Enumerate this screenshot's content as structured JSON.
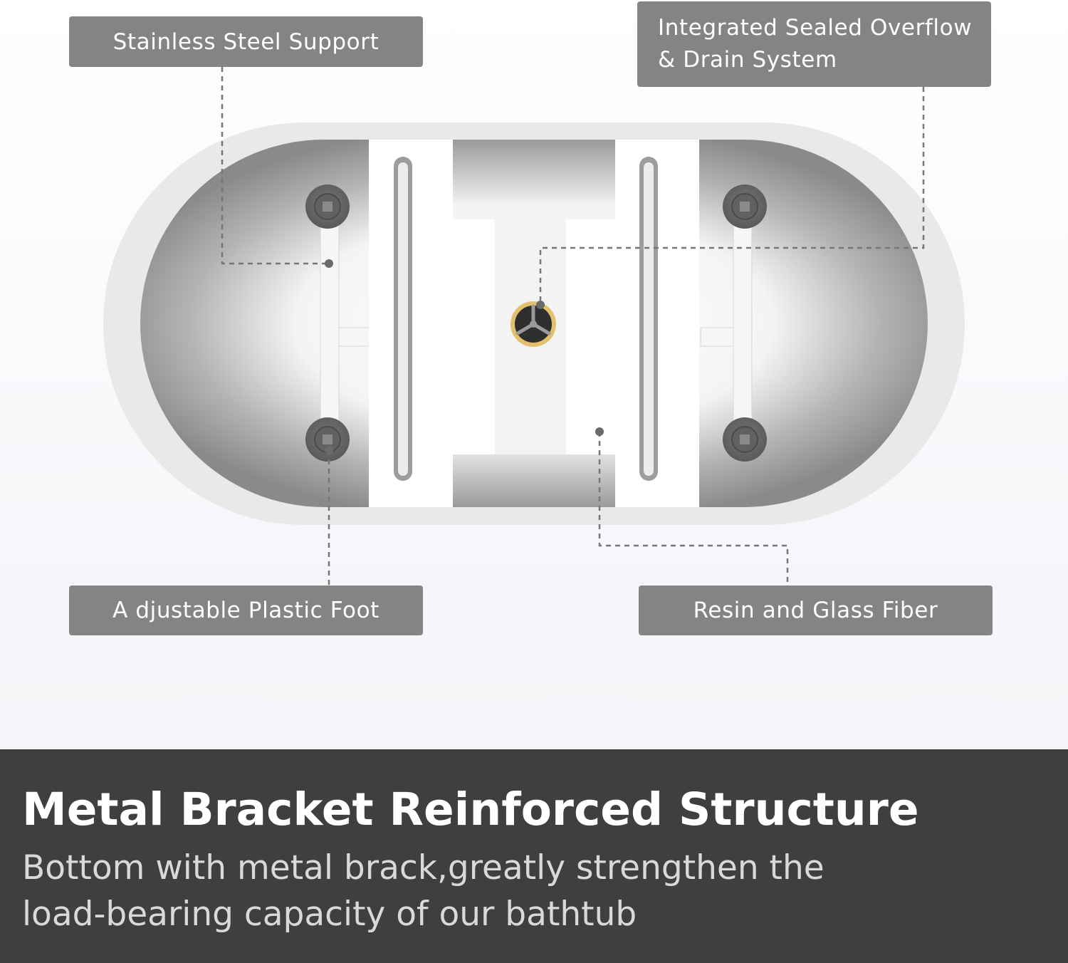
{
  "callouts": {
    "stainless_steel_support": "Stainless Steel Support",
    "overflow_drain_line1": "Integrated Sealed Overflow",
    "overflow_drain_line2": "& Drain System",
    "adjustable_plastic_foot": "A djustable Plastic Foot",
    "resin_glass_fiber": "Resin and Glass Fiber"
  },
  "banner": {
    "title": "Metal Bracket Reinforced Structure",
    "body_line1": "Bottom with metal brack,greatly strengthen the",
    "body_line2": "load-bearing capacity of our bathtub"
  },
  "colors": {
    "callout_background": "#848484",
    "callout_text": "#ffffff",
    "banner_background": "#3f3f3f",
    "banner_title": "#ffffff",
    "banner_body": "#d9d9d9",
    "drain_ring": "#e2c06c",
    "leader_line": "#777777"
  }
}
